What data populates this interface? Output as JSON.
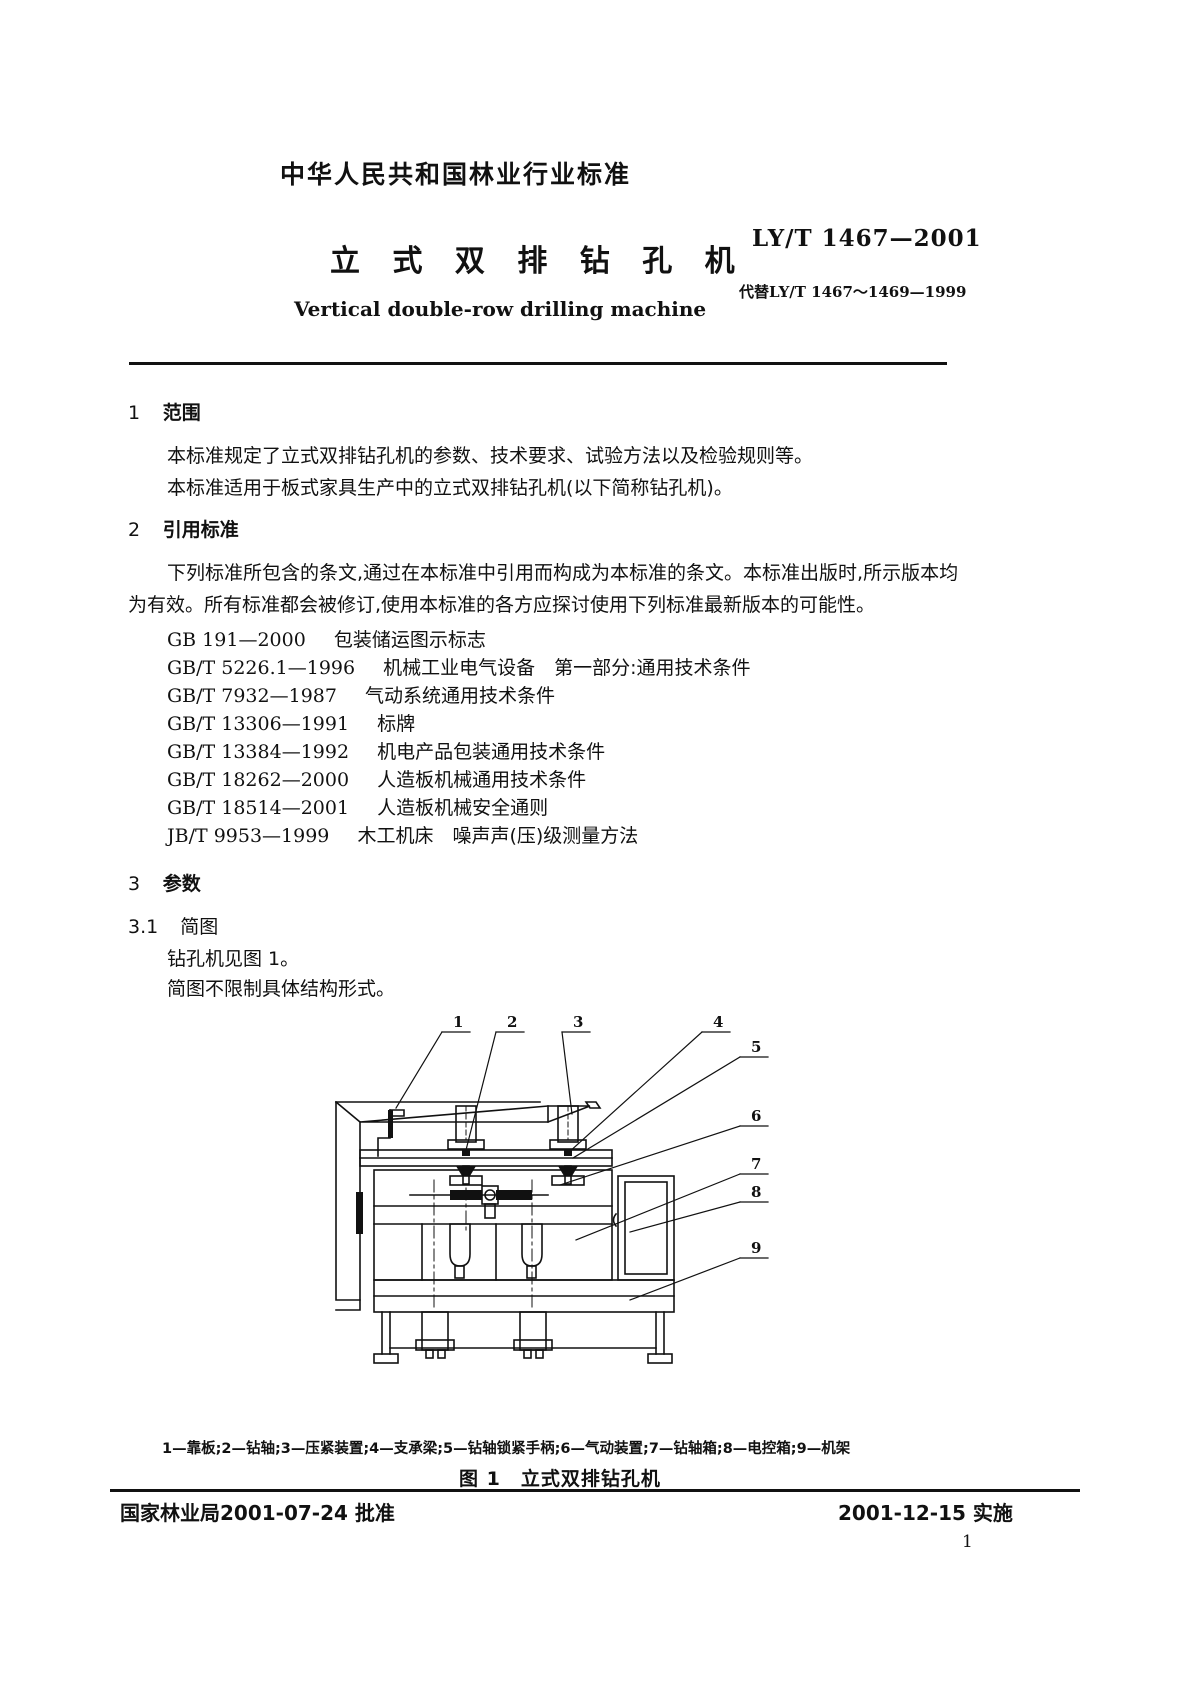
{
  "header": {
    "organization": "中华人民共和国林业行业标准",
    "title": "立 式 双 排 钻 孔 机",
    "subtitle": "Vertical double-row drilling machine",
    "standard_number": "LY/T 1467—2001",
    "replaces_prefix": "代替",
    "replaces_code": "LY/T 1467～1469—1999"
  },
  "sections": {
    "s1": {
      "number": "1",
      "title": "范围",
      "p1": "本标准规定了立式双排钻孔机的参数、技术要求、试验方法以及检验规则等。",
      "p2": "本标准适用于板式家具生产中的立式双排钻孔机(以下简称钻孔机)。"
    },
    "s2": {
      "number": "2",
      "title": "引用标准",
      "p1": "下列标准所包含的条文,通过在本标准中引用而构成为本标准的条文。本标准出版时,所示版本均",
      "p2": "为有效。所有标准都会被修订,使用本标准的各方应探讨使用下列标准最新版本的可能性。",
      "standards": [
        {
          "code": "GB 191—2000",
          "name": "包装储运图示标志"
        },
        {
          "code": "GB/T 5226.1—1996",
          "name": "机械工业电气设备　第一部分:通用技术条件"
        },
        {
          "code": "GB/T 7932—1987",
          "name": "气动系统通用技术条件"
        },
        {
          "code": "GB/T 13306—1991",
          "name": "标牌"
        },
        {
          "code": "GB/T 13384—1992",
          "name": "机电产品包装通用技术条件"
        },
        {
          "code": "GB/T 18262—2000",
          "name": "人造板机械通用技术条件"
        },
        {
          "code": "GB/T 18514—2001",
          "name": "人造板机械安全通则"
        },
        {
          "code": "JB/T 9953—1999",
          "name": "木工机床　噪声声(压)级测量方法"
        }
      ]
    },
    "s3": {
      "number": "3",
      "title": "参数"
    },
    "s31": {
      "number": "3.1",
      "title": "简图",
      "p1": "钻孔机见图 1。",
      "p2": "简图不限制具体结构形式。"
    }
  },
  "figure": {
    "callouts": [
      "1",
      "2",
      "3",
      "4",
      "5",
      "6",
      "7",
      "8",
      "9"
    ],
    "legend": "1—靠板;2—钻轴;3—压紧装置;4—支承梁;5—钻轴锁紧手柄;6—气动装置;7—钻轴箱;8—电控箱;9—机架",
    "caption": "图 1　立式双排钻孔机"
  },
  "footer": {
    "left": "国家林业局2001-07-24 批准",
    "right": "2001-12-15 实施",
    "page_number": "1"
  }
}
